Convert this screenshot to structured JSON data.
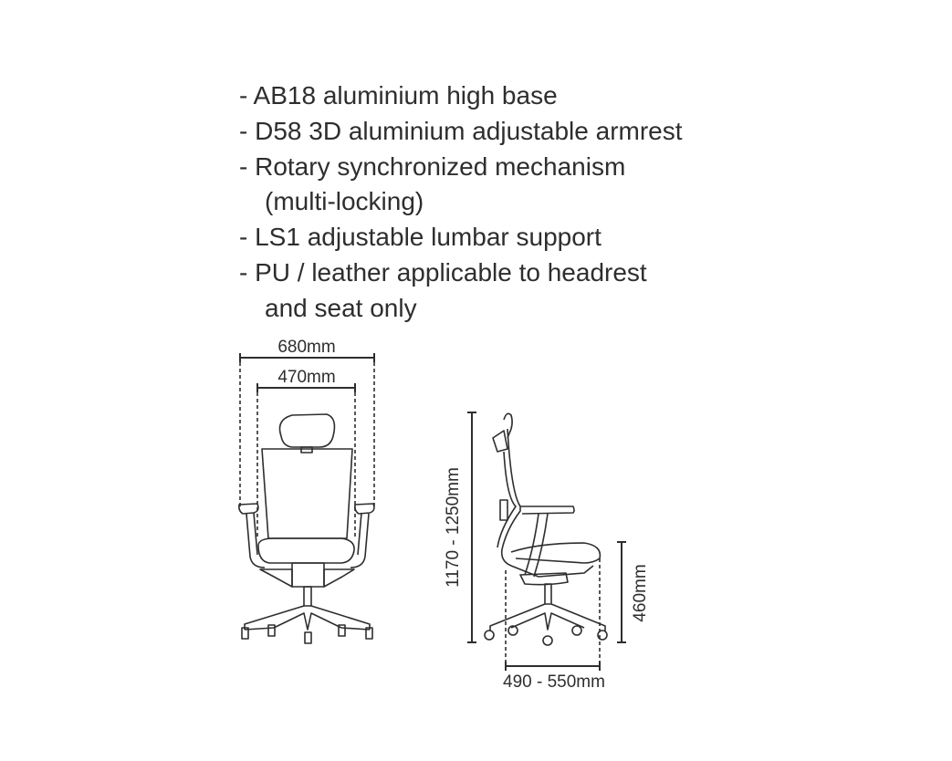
{
  "features": [
    {
      "text": "- AB18 aluminium high base"
    },
    {
      "text": "- D58 3D aluminium adjustable armrest"
    },
    {
      "text": "- Rotary synchronized mechanism"
    },
    {
      "text": "(multi-locking)",
      "continuation": true
    },
    {
      "text": "- LS1 adjustable lumbar support"
    },
    {
      "text": "- PU / leather applicable to headrest"
    },
    {
      "text": "and seat only",
      "continuation": true
    }
  ],
  "dimensions": {
    "overall_width": "680mm",
    "seat_width": "470mm",
    "height": "1170 - 1250mm",
    "seat_height": "460mm",
    "depth": "490 - 550mm"
  },
  "colors": {
    "ink": "#2e2e2e",
    "background": "#ffffff"
  }
}
